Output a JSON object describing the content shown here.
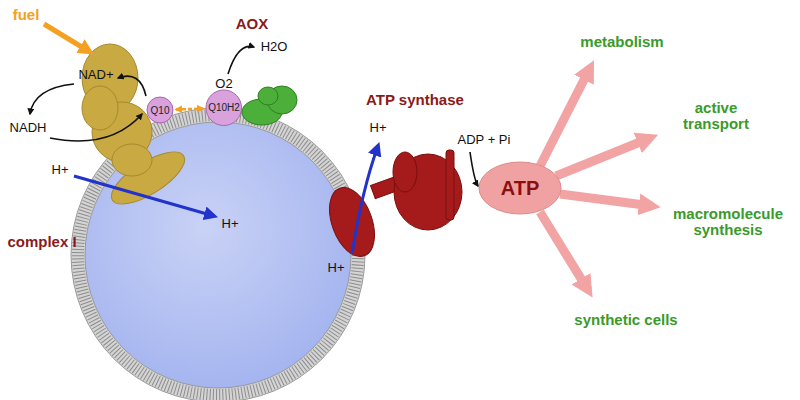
{
  "diagram": {
    "nodes": [
      {
        "text": [
          "Q10"
        ]
      },
      {
        "text": [
          "Q10H2"
        ]
      },
      {
        "text": [
          "ATP"
        ]
      }
    ],
    "edges": [
      {
        "from": 0,
        "to": 1,
        "arrow": "both"
      }
    ],
    "labels": [
      "fuel",
      "NAD+",
      "NADH",
      "AOX",
      "O2",
      "H2O",
      "ATP synthase",
      "H+",
      "H+",
      "complex I",
      "H+",
      "ADP + Pi",
      "H+",
      "metabolism",
      "active transport",
      "macromolecule synthesis",
      "synthetic cells"
    ]
  }
}
